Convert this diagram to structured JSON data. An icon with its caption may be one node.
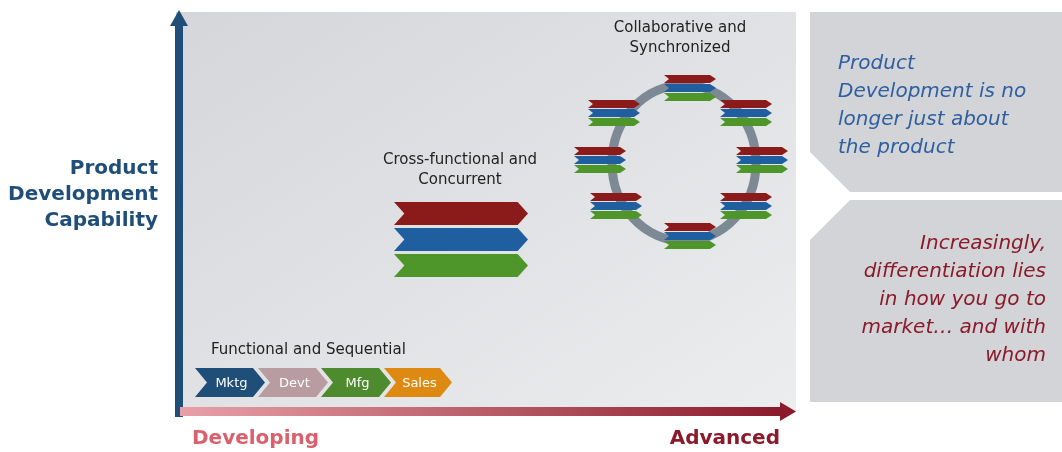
{
  "diagram": {
    "nodes": [
      {
        "text": [
          "Mktg"
        ]
      },
      {
        "text": [
          "Devt"
        ]
      },
      {
        "text": [
          "Mfg"
        ]
      },
      {
        "text": [
          "Sales"
        ]
      },
      {
        "text": [],
        "shape": "chevron"
      },
      {
        "text": [],
        "shape": "chevron"
      },
      {
        "text": [],
        "shape": "chevron"
      },
      {
        "text": [
          "Product Development is no longer just about the product"
        ]
      },
      {
        "text": [
          "Increasingly, differentiation lies in how you go to market… and with whom"
        ]
      }
    ],
    "edges": [],
    "labels": [
      "Collaborative and Synchronized",
      "Product Development Capability",
      "Cross-functional and Concurrent",
      "Functional and Sequential",
      "Developing",
      "Advanced"
    ]
  }
}
